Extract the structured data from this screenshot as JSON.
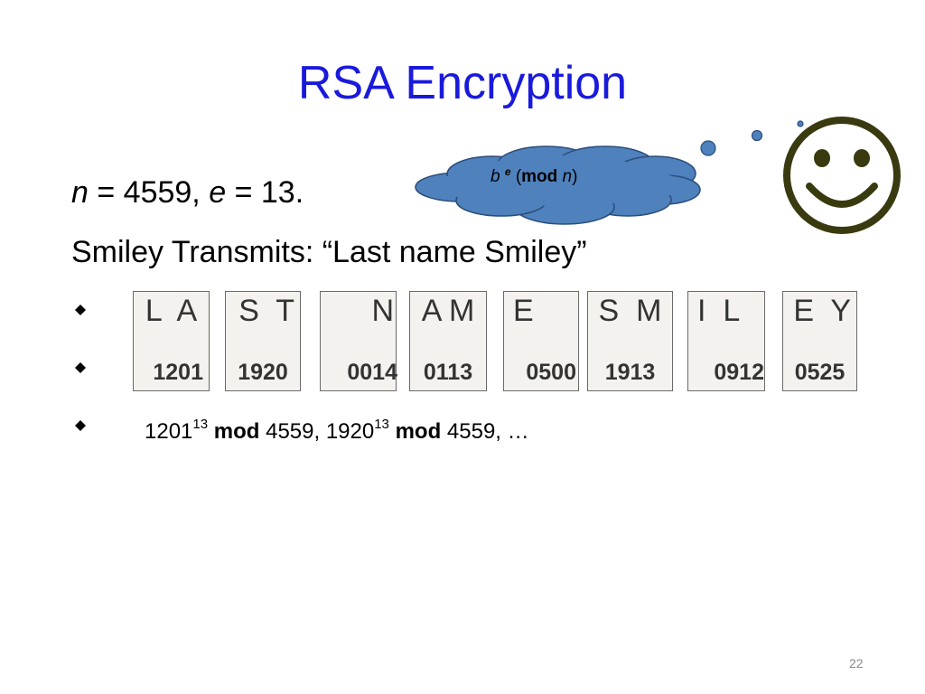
{
  "slide": {
    "title": "RSA Encryption",
    "page_number": "22"
  },
  "params": {
    "n_var": "n",
    "n_rest": " = 4559, ",
    "e_var": "e",
    "e_rest": " = 13."
  },
  "transmit_line": "Smiley Transmits: “Last name Smiley”",
  "blocks": [
    {
      "letters": "L  A",
      "code": "1201"
    },
    {
      "letters": "S  T",
      "code": "1920"
    },
    {
      "letters": "N",
      "code": "0014"
    },
    {
      "letters": "A M",
      "code": "0113"
    },
    {
      "letters": "E",
      "code": "0500"
    },
    {
      "letters": "S  M",
      "code": "1913"
    },
    {
      "letters": "I  L",
      "code": "0912"
    },
    {
      "letters": "E  Y",
      "code": "0525"
    }
  ],
  "formula": {
    "base1": "1201",
    "exp1": "13",
    "mod1": "mod",
    "rest1": " 4559, ",
    "base2": "1920",
    "exp2": "13",
    "mod2": "mod",
    "rest2": " 4559, …"
  },
  "thought": {
    "b": "b",
    "e": "e",
    "open": " (",
    "mod": "mod",
    "n": " n",
    "close": ")"
  },
  "colors": {
    "title": "#1a1adc",
    "cloud_fill": "#4f81bd",
    "cloud_stroke": "#2a4d7a",
    "smiley": "#3a3a10"
  },
  "icons": {
    "smiley": "smiley-face-icon",
    "bullet": "diamond-bullet-icon"
  }
}
